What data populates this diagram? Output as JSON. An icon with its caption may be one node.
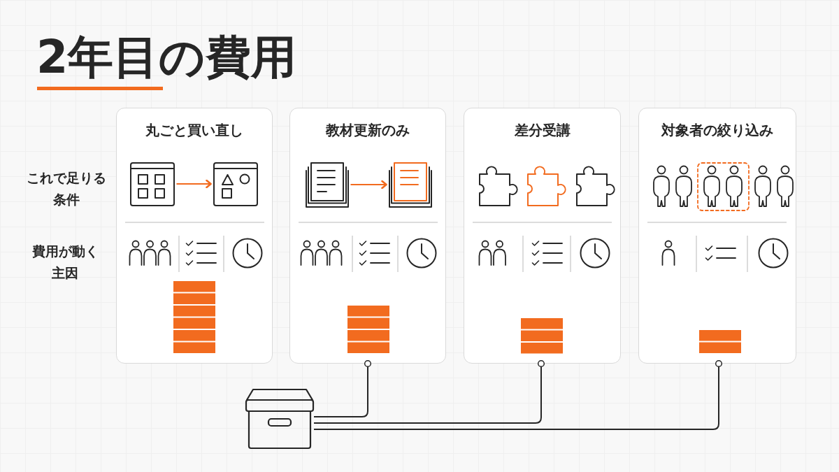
{
  "diagram": {
    "title": "2年目の費用",
    "nodes": [
      {
        "text": [
          "丸ごと買い直し"
        ]
      },
      {
        "text": [],
        "shape": "picture",
        "in": 0
      },
      {
        "text": [],
        "shape": "picture",
        "in": 0
      },
      {
        "text": [
          "教材更新のみ"
        ]
      },
      {
        "text": [],
        "shape": "picture",
        "in": 3
      },
      {
        "text": [],
        "shape": "picture",
        "in": 3
      },
      {
        "text": [
          "差分受講"
        ]
      },
      {
        "text": [
          "対象者の絞り込み"
        ]
      },
      {
        "text": [],
        "shape": "picture"
      }
    ],
    "edges": [
      {
        "from": 1,
        "to": 2,
        "arrow": "to",
        "color": "#f26b1f"
      },
      {
        "from": 4,
        "to": 5,
        "arrow": "to",
        "color": "#f26b1f"
      },
      {
        "from": 8,
        "to": 3,
        "arrow": "other"
      },
      {
        "from": 8,
        "to": 6,
        "arrow": "other"
      },
      {
        "from": 8,
        "to": 7,
        "arrow": "other"
      }
    ],
    "labels": [
      "これで足りる条件",
      "費用が動く主因"
    ]
  }
}
